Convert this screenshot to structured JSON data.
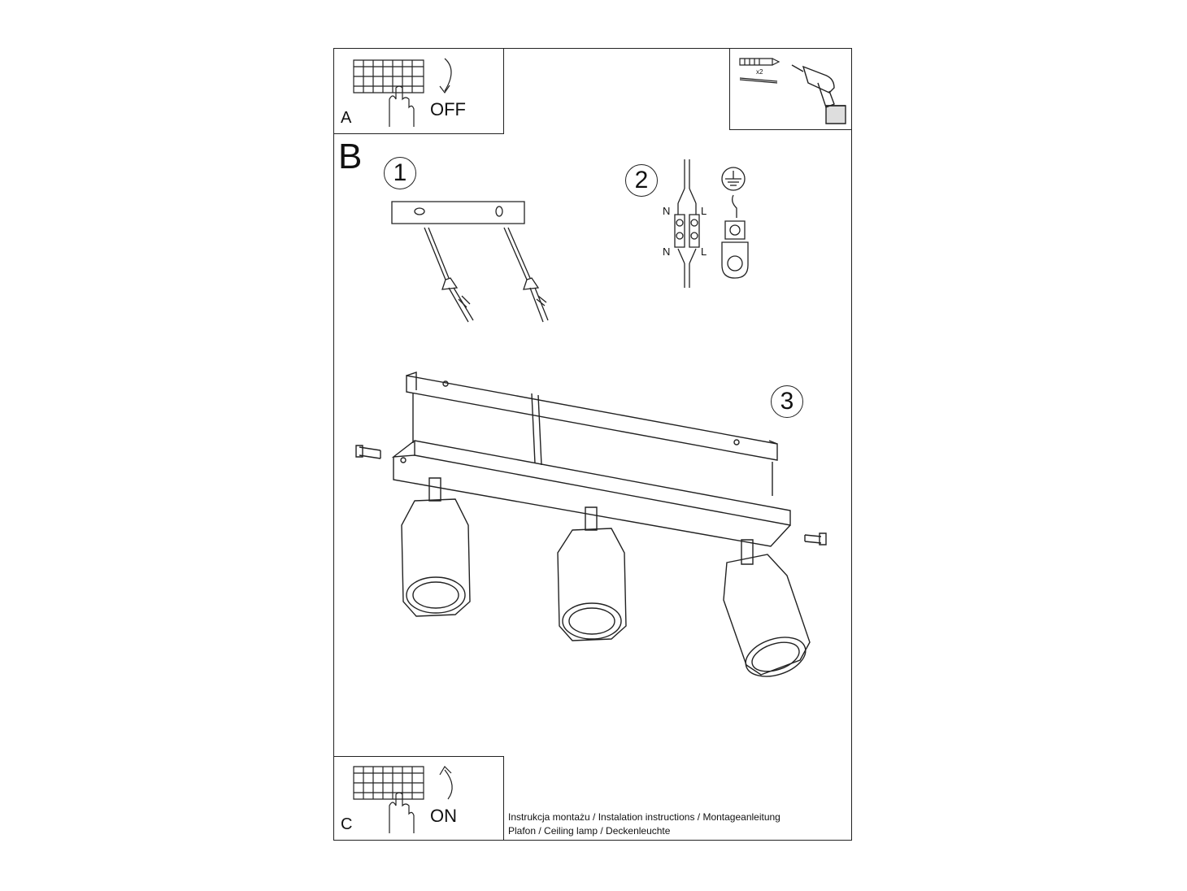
{
  "steps": {
    "a_label": "A",
    "off_label": "OFF",
    "b_label": "B",
    "c_label": "C",
    "on_label": "ON",
    "step1": "1",
    "step2": "2",
    "step3": "3"
  },
  "tools": {
    "quantity": "x2"
  },
  "wiring": {
    "n_top": "N",
    "l_top": "L",
    "n_bottom": "N",
    "l_bottom": "L"
  },
  "caption": {
    "line1": "Instrukcja montażu / Instalation instructions / Montageanleitung",
    "line2": "Plafon / Ceiling lamp / Deckenleuchte"
  },
  "colors": {
    "line": "#222222",
    "background": "#ffffff"
  }
}
